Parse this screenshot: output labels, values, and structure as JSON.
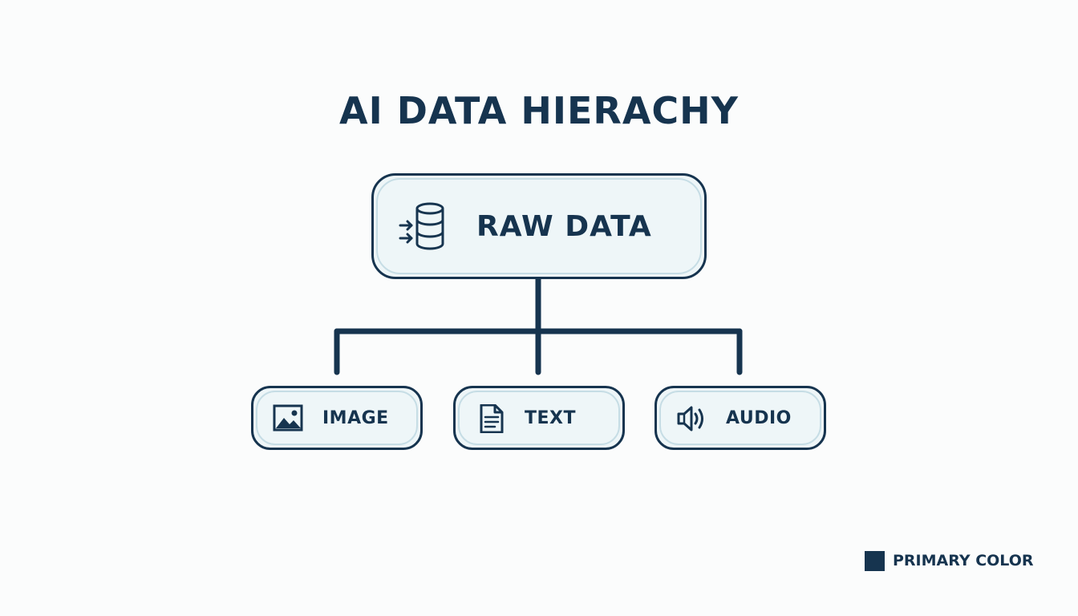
{
  "title": "AI DATA HIERACHY",
  "root": {
    "label": "RAW DATA",
    "icon": "database-input-icon"
  },
  "children": [
    {
      "label": "IMAGE",
      "icon": "image-icon"
    },
    {
      "label": "TEXT",
      "icon": "document-icon"
    },
    {
      "label": "AUDIO",
      "icon": "speaker-icon"
    }
  ],
  "legend": {
    "label": "PRIMARY COLOR",
    "color": "#16344f"
  },
  "colors": {
    "primary": "#16344f",
    "node_fill": "#eef6f8",
    "node_inner_border": "#c6dde5",
    "background": "#fbfcfc"
  }
}
